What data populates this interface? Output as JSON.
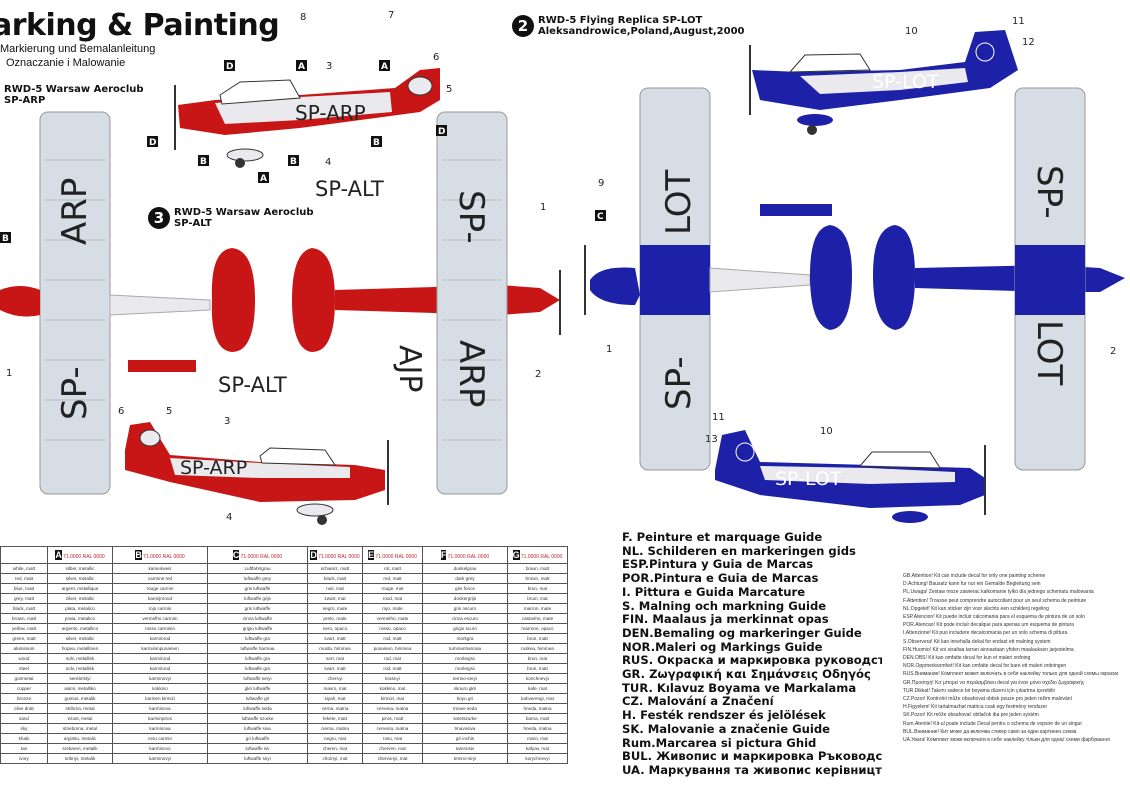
{
  "header": {
    "title": "arking & Painting",
    "subtitles": [
      "Markierung und Bemalanleitung",
      "Oznaczanie i Malowanie"
    ]
  },
  "options": {
    "opt1": {
      "line1": "RWD-5 Warsaw Aeroclub",
      "line2": "SP-ARP"
    },
    "opt2": {
      "number": "2",
      "line1": "RWD-5 Flying Replica SP-LOT",
      "line2": "Aleksandrowice,Poland,August,2000"
    },
    "opt3": {
      "number": "3",
      "line1": "RWD-5 Warsaw Aeroclub",
      "line2": "SP-ALT"
    }
  },
  "registrations": {
    "arp_side": "SP-ARP",
    "alt_side": "SP-ALT",
    "alt_lower": "SP-ALT",
    "left_wing_top": "ARP",
    "left_wing_bottom": "SP-",
    "center_wing_top": "SP-",
    "center_wing_bottom": "ARP",
    "ajp": "AJP",
    "lot_side": "SP-LOT",
    "lot_lower": "SP-LOT",
    "lot_left_wing_top": "LOT",
    "lot_left_wing_bottom": "SP-",
    "lot_right_wing_top": "SP-",
    "lot_right_wing_bottom": "LOT"
  },
  "callouts": {
    "numbers": [
      "1",
      "2",
      "3",
      "4",
      "5",
      "6",
      "7",
      "8",
      "9",
      "10",
      "11",
      "12",
      "13"
    ],
    "letters": [
      "A",
      "B",
      "C",
      "D"
    ]
  },
  "colors": {
    "red": "#c81616",
    "blue": "#1d21a8",
    "wing_grey": "#d7dde4",
    "fuselage_light": "#e9e9ee"
  },
  "color_table": {
    "headers": [
      "",
      "A",
      "B",
      "C",
      "D",
      "E",
      "F",
      "G"
    ],
    "codes": [
      "71.0000 RAL 0000",
      "71.0000 RAL 0000",
      "71.0000 RAL 0000",
      "71.0000 RAL 0000",
      "71.0000 RAL 0000",
      "71.0000 RAL 0000",
      "71.0000 RAL 0000"
    ],
    "rows": [
      [
        "white, matt",
        "silber, metallic",
        "kameirweis",
        "Luftfahrtgrau",
        "schwarz, matt",
        "rot, matt",
        "dunkelgrau",
        "braun, matt"
      ],
      [
        "red, matt",
        "silver, metallic",
        "carmine red",
        "luftwaffe grey",
        "black, matt",
        "red, matt",
        "dark grey",
        "brown, matt"
      ],
      [
        "blue, matt",
        "argent, metallique",
        "rouge carmin",
        "gris luftwaffe",
        "noir, mat",
        "rouge, mat",
        "gris fonce",
        "brun, mat"
      ],
      [
        "grey, matt",
        "zilver, metallic",
        "karmijnrood",
        "luftwaffe grijs",
        "zwart, mat",
        "rood, mat",
        "donkergrijs",
        "bruin, mat"
      ],
      [
        "black, matt",
        "plata, metalico",
        "rojo carmin",
        "gris luftwaffe",
        "negro, mate",
        "rojo, mate",
        "gris oscuro",
        "marron, mate"
      ],
      [
        "brown, matt",
        "prata, metalico",
        "vermelho carmim",
        "cinza luftwaffe",
        "preto, mate",
        "vermelho, mate",
        "cinza escuro",
        "castanho, mate"
      ],
      [
        "yellow, matt",
        "argento, metallico",
        "rosso carminio",
        "grigio luftwaffe",
        "nero, opaco",
        "rosso, opaco",
        "grigio scuro",
        "marrone, opaco"
      ],
      [
        "green, matt",
        "silver, metallic",
        "karminrod",
        "luftwaffe gra",
        "svart, matt",
        "rod, matt",
        "morkgra",
        "brun, matt"
      ],
      [
        "aluminium",
        "hopea, metallinen",
        "karmiininpunainen",
        "luftwaffe harmaa",
        "musta, himmea",
        "punainen, himmea",
        "tummanharmaa",
        "ruskea, himmea"
      ],
      [
        "wood",
        "solv, metallisk",
        "karminrod",
        "luftwaffe gra",
        "sort, mat",
        "rod, mat",
        "morkegra",
        "brun, mat"
      ],
      [
        "steel",
        "solv, metallisk",
        "karminrod",
        "luftwaffe gra",
        "svart, matt",
        "rod, matt",
        "morkegra",
        "brun, matt"
      ],
      [
        "gunmetal",
        "serebristyi",
        "karminovyi",
        "luftwaffe seryi",
        "chernyi",
        "krasnyi",
        "temno-seryi",
        "korichnevyi"
      ],
      [
        "copper",
        "asimi, metalliko",
        "kokkino",
        "gkri luftwaffe",
        "mavro, mat",
        "kokkino, mat",
        "skouro gkri",
        "kafe, mat"
      ],
      [
        "bronze",
        "gumus, metalik",
        "karmen kirmizi",
        "luftwaffe gri",
        "siyah, mat",
        "kirmizi, mat",
        "koyu gri",
        "kahverengi, mat"
      ],
      [
        "olive drab",
        "stribrna, metal",
        "karminova",
        "luftwaffe seda",
        "cerna, matna",
        "cervena, matna",
        "tmave seda",
        "hneda, matna"
      ],
      [
        "sand",
        "ezust, metal",
        "karminpiros",
        "luftwaffe szurke",
        "fekete, matt",
        "piros, matt",
        "sotetszurke",
        "barna, matt"
      ],
      [
        "sky",
        "strieborna, metal",
        "karminova",
        "luftwaffe siva",
        "cierna, matna",
        "cervena, matna",
        "tmavosiva",
        "hneda, matna"
      ],
      [
        "khaki",
        "argintiu, metalic",
        "rosu carmin",
        "gri luftwaffe",
        "negru, mat",
        "rosu, mat",
        "gri inchis",
        "maro, mat"
      ],
      [
        "tan",
        "srebaren, metalik",
        "karminovo",
        "luftwaffe siv",
        "cheren, mat",
        "cherven, mat",
        "tamnosiv",
        "kafyav, mat"
      ],
      [
        "ivory",
        "sribnyi, metalik",
        "karminovyi",
        "luftwaffe siryi",
        "chornyi, mat",
        "chervonyi, mat",
        "temno-siryi",
        "korychnevyi"
      ]
    ]
  },
  "languages": [
    "F.    Peinture et marquage Guide",
    "NL. Schilderen en markeringen gids",
    "ESP.Pintura y Guia de Marcas",
    "POR.Pintura e Guia de Marcas",
    "I.    Pittura e Guida Marcature",
    "S.    Malning och markning Guide",
    "FIN. Maalaus ja merkinnat opas",
    "DEN.Bemaling og markeringer Guide",
    "NOR.Maleri og Markings Guide",
    "RUS. Окраска и маркировка руководство",
    "GR.  Ζωγραφική και Σημάνσεις Οδηγός",
    "TUR. Kılavuz Boyama ve Markalama",
    "CZ.  Malování a Značení",
    "H.    Festék rendszer és jelölések",
    "SK.  Malovanie a značenie Guide",
    "Rum.Marcarea si pictura Ghid",
    "BUL. Живопис и маркировка Ръководство",
    "UA.  Маркування та живопис керівництво"
  ],
  "notes": [
    "GB.Attention! Kit can include decal for only one painting scheme",
    "D.Achtung! Bausatz kann fur nur ein Gemalde Begleitung sein",
    "PL.Uwaga! Zestaw moze zawierac kalkomanie tylko dla jednego schematu malowania",
    "F.Attention! Trousse peut comprendre autocollant pour un seul schema de peinture",
    "NL.Opgelet! Kit kan sticker zijn voor slechts een schilderij regeling",
    "ESP.Atencion! Kit puede incluir calcomania para el esquema de pintura de un solo",
    "POR.Atencao! Kit pode incluir decalque para apenas um esquema de pintura",
    "I.Attenzione! Kit puo includere decalcomania per un solo schema di pittura",
    "S.Observera! Kit kan innehalla dekal for endast ett malning system",
    "FIN.Huomio! Kit voi sisaltaa tarran ainoastaan yhden maalauksen jarjestelma",
    "DEN.OBS! Kit kan omfatte decal for kun et maleri ordning",
    "NOR.Oppmerksomhet! Kit kan omfatte decal for bare ett maleri ordningen",
    "RUS.Внимание! Комплект может включать в себя наклейку только для одной схемы окраски",
    "GR.Προσοχή! Κιτ μπορεί να περιλαμβάνει decal για έναν μόνο σχέδιο ζωγραφικής",
    "TUR.Dikkat! Takımı sadece bir boyama düzeni için çıkartma içerebilir",
    "CZ.Pozor! Kontrolní může obsahovat obtisk pouze pro jeden režim malování",
    "H.Figyelem! Kit tartalmazhat matrica csak egy festmény rendszer",
    "SK.Pozor! Kit môže obsahovať obtlačok iba pre jeden systém",
    "Rum.Atentie! Kit-ul poate include Decal pentru o schema de vopsire de un singur",
    "BUL.Внимание! Кит може да включва стикер само за един картинен схема",
    "UA.Увага! Комплект може включати в себе наклейку тільки для однієї схеми фарбування"
  ]
}
